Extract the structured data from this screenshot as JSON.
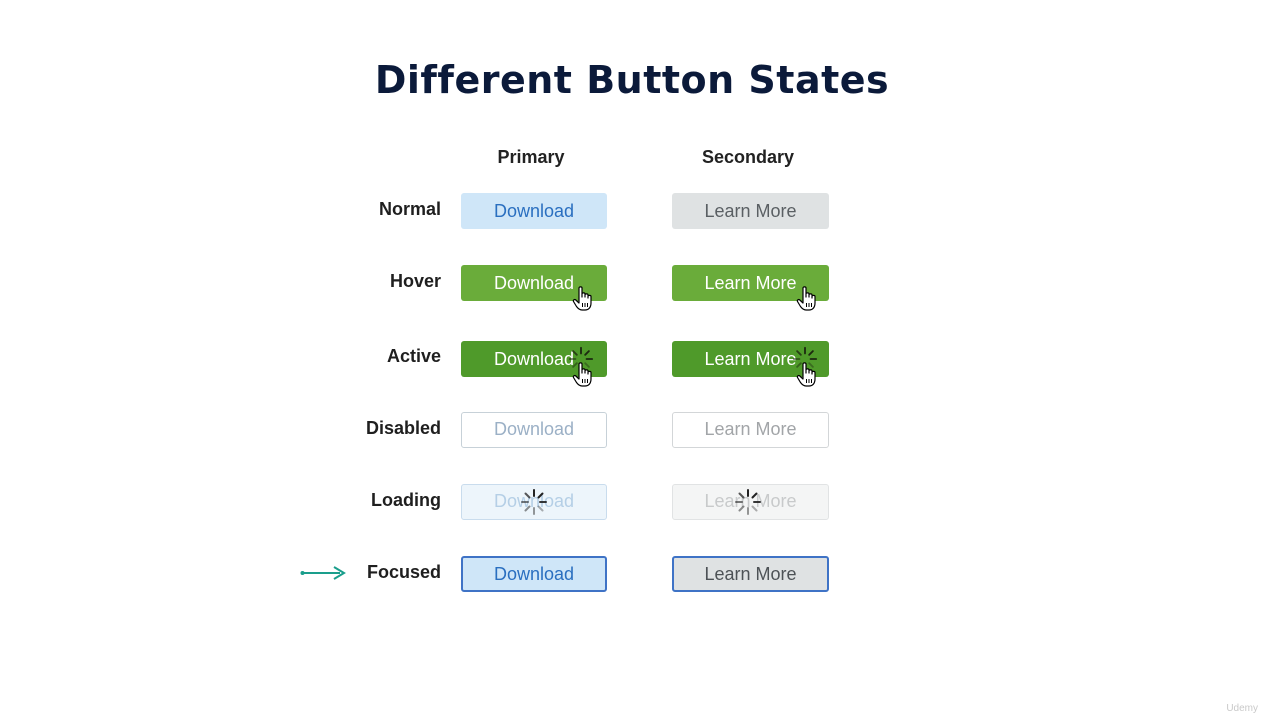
{
  "title": "Different Button States",
  "columns": {
    "primary": "Primary",
    "secondary": "Secondary"
  },
  "rows": {
    "normal": "Normal",
    "hover": "Hover",
    "active": "Active",
    "disabled": "Disabled",
    "loading": "Loading",
    "focused": "Focused"
  },
  "buttons": {
    "primary_label": "Download",
    "secondary_label": "Learn More"
  },
  "icons": {
    "cursor": "hand-pointer-icon",
    "spinner": "loading-spinner-icon",
    "arrow": "arrow-right-icon"
  },
  "colors": {
    "primary_normal": "#cfe6f8",
    "secondary_normal": "#dfe2e3",
    "hover_green": "#6aac3a",
    "active_green": "#4f9a2a",
    "focus_border": "#3f73c6",
    "arrow": "#1a9e8c",
    "title": "#0b1a3a"
  },
  "watermark": "Udemy"
}
